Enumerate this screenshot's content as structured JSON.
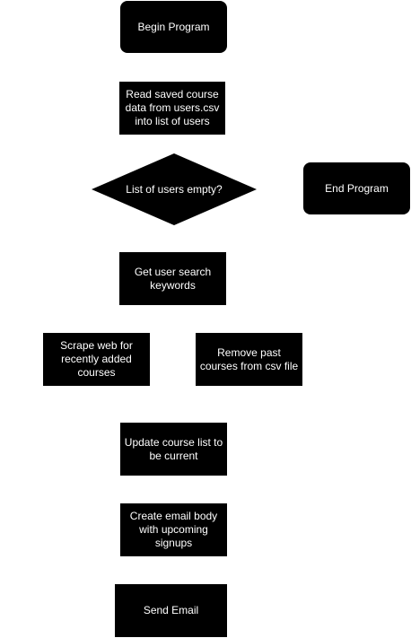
{
  "diagram": {
    "nodes": {
      "begin": "Begin Program",
      "read": "Read saved course data from users.csv into list of users",
      "decision": "List of users empty?",
      "end": "End Program",
      "keywords": "Get user search keywords",
      "scrape": "Scrape web for recently added courses",
      "remove": "Remove past courses from csv file",
      "update": "Update course list to be current",
      "email_body": "Create email body with upcoming signups",
      "send": "Send Email"
    },
    "colors": {
      "node_fill": "#000000",
      "node_text": "#ffffff",
      "background": "#ffffff"
    }
  }
}
